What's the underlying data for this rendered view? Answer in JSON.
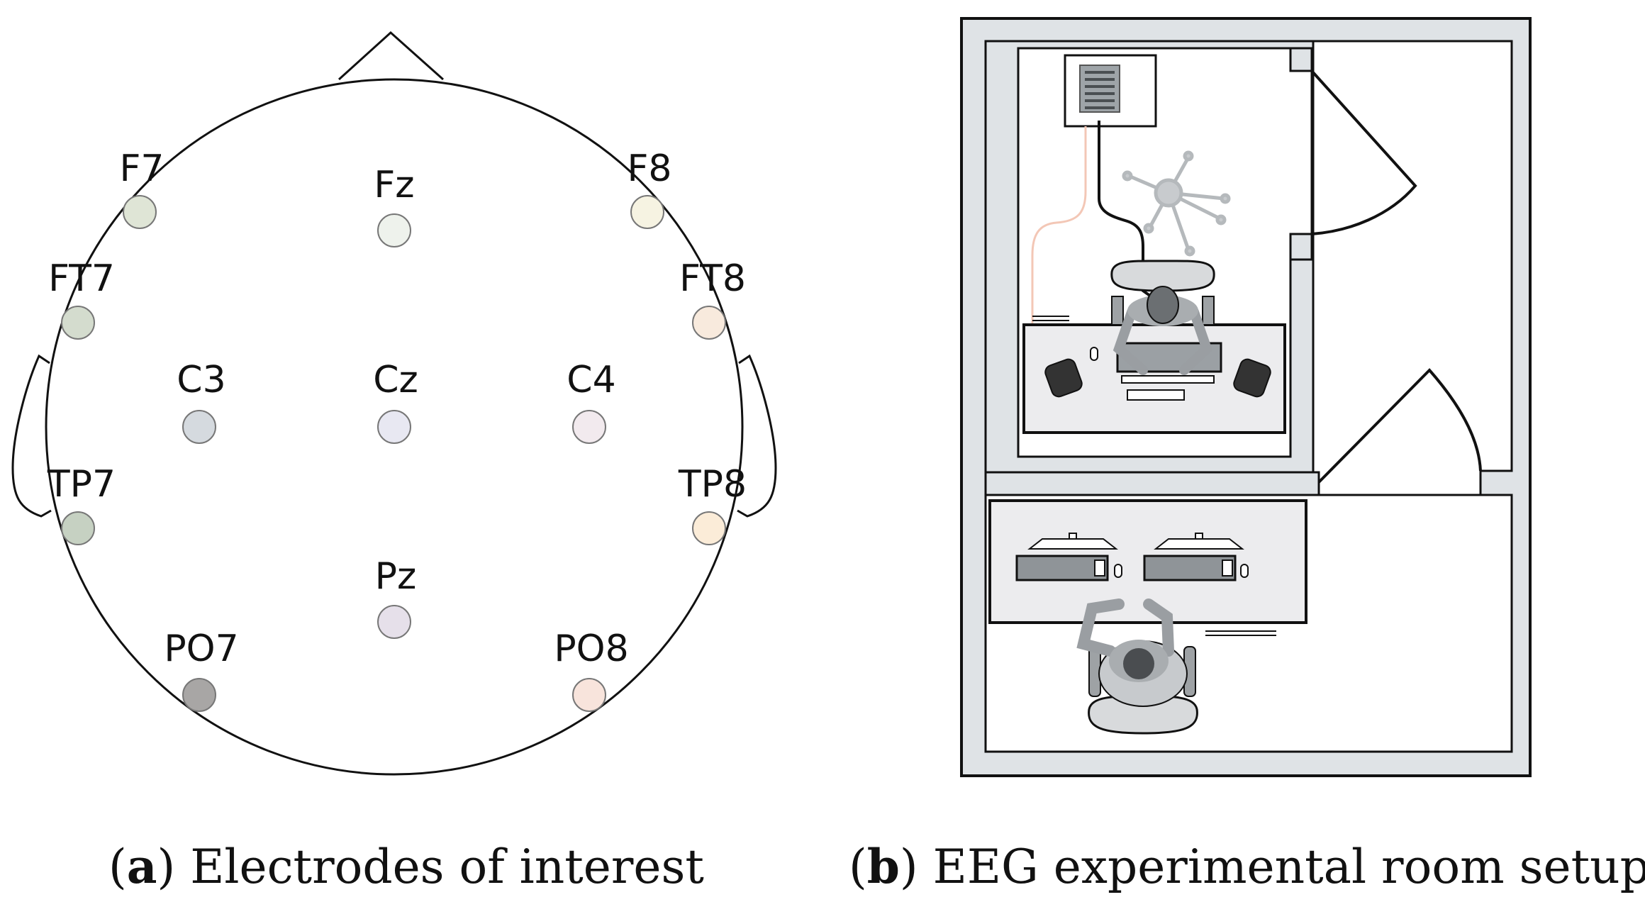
{
  "panel_a": {
    "caption_letter": "a",
    "caption_text": "Electrodes of interest",
    "electrodes": [
      {
        "label": "F7",
        "color": "#dfe5d6"
      },
      {
        "label": "Fz",
        "color": "#eef2ec"
      },
      {
        "label": "F8",
        "color": "#f6f3e2"
      },
      {
        "label": "FT7",
        "color": "#d4dcce"
      },
      {
        "label": "FT8",
        "color": "#f8eadd"
      },
      {
        "label": "C3",
        "color": "#d5dadf"
      },
      {
        "label": "Cz",
        "color": "#e8e8f2"
      },
      {
        "label": "C4",
        "color": "#f2eaee"
      },
      {
        "label": "TP7",
        "color": "#c6d1c2"
      },
      {
        "label": "TP8",
        "color": "#fbecd8"
      },
      {
        "label": "Pz",
        "color": "#e6e0ea"
      },
      {
        "label": "PO7",
        "color": "#a8a6a5"
      },
      {
        "label": "PO8",
        "color": "#f8e4dc"
      }
    ]
  },
  "panel_b": {
    "caption_letter": "b",
    "caption_text": "EEG experimental room setup"
  }
}
